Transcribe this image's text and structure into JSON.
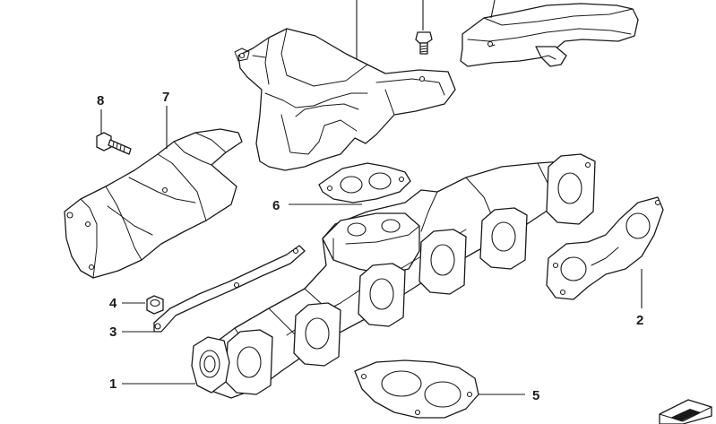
{
  "callouts": [
    {
      "id": "1",
      "label": "1"
    },
    {
      "id": "2",
      "label": "2"
    },
    {
      "id": "3",
      "label": "3"
    },
    {
      "id": "4",
      "label": "4"
    },
    {
      "id": "5",
      "label": "5"
    },
    {
      "id": "6",
      "label": "6"
    },
    {
      "id": "7",
      "label": "7"
    },
    {
      "id": "8",
      "label": "8"
    }
  ],
  "colors": {
    "line": "#1a1a1a",
    "background": "#ffffff"
  },
  "icons": [
    "arrow-logo-icon"
  ]
}
